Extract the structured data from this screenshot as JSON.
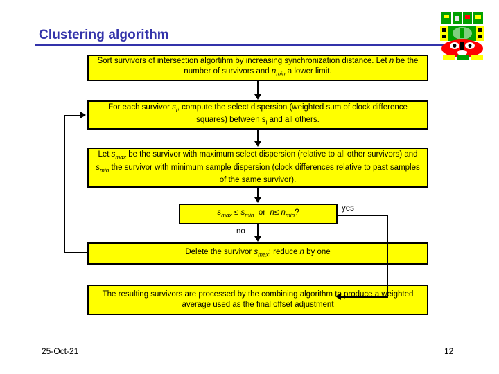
{
  "slide": {
    "title": "Clustering algorithm",
    "accent_color": "#3333aa",
    "box_fill_color": "#ffff00",
    "box_border_color": "#000000",
    "background_color": "#ffffff",
    "logo_name": "mayan-glyph-logo"
  },
  "flow": {
    "steps": [
      {
        "id": "sort-survivors",
        "text": "Sort survivors of intersection algortihm by increasing synchronization distance. Let n be the number of survivors and nmin a lower limit."
      },
      {
        "id": "compute-select-dispersion",
        "text": "For each survivor si, compute the select dispersion (weighted sum of clock difference squares) between si and all others."
      },
      {
        "id": "find-max-min",
        "text": "Let smax be the survivor with maximum select dispersion (relative to all other survivors) and smin the survivor with minimum sample dispersion (clock differences relative to past samples of the same survivor)."
      },
      {
        "id": "decision",
        "text": "smax ≤ smin  or  n≤ nmin?"
      },
      {
        "id": "delete-survivor",
        "text": "Delete the survivor smax; reduce n by one"
      },
      {
        "id": "combine",
        "text": "The resulting survivors are processed by the combining algorithm to produce a weighted average used as the final offset adjustment"
      }
    ],
    "edge_labels": {
      "yes": "yes",
      "no": "no"
    }
  },
  "footer": {
    "date": "25-Oct-21",
    "page": "12"
  }
}
